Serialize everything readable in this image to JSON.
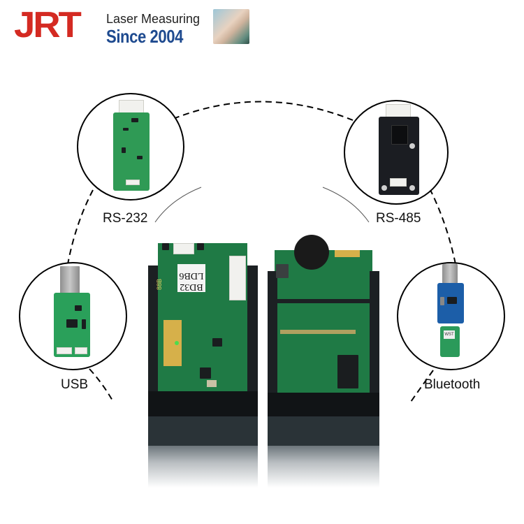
{
  "brand": {
    "logo_text": "JRT",
    "tagline_top": "Laser Measuring",
    "tagline_bottom": "Since 2004",
    "colors": {
      "logo_red": "#d42a22",
      "tagline_blue": "#1e4a8f"
    }
  },
  "modules": [
    {
      "id": "rs232",
      "label": "RS-232",
      "board_color": "#2f9a55"
    },
    {
      "id": "rs485",
      "label": "RS-485",
      "board_color": "#1b1d22"
    },
    {
      "id": "usb",
      "label": "USB",
      "board_color": "#2aa05a"
    },
    {
      "id": "bluetooth",
      "label": "Bluetooth",
      "board_color": "#1c5ea8"
    }
  ],
  "product": {
    "sticker_line1": "BD32",
    "sticker_line2": "LDB6",
    "silk_text": "88B",
    "bt_module_text": "WST"
  }
}
